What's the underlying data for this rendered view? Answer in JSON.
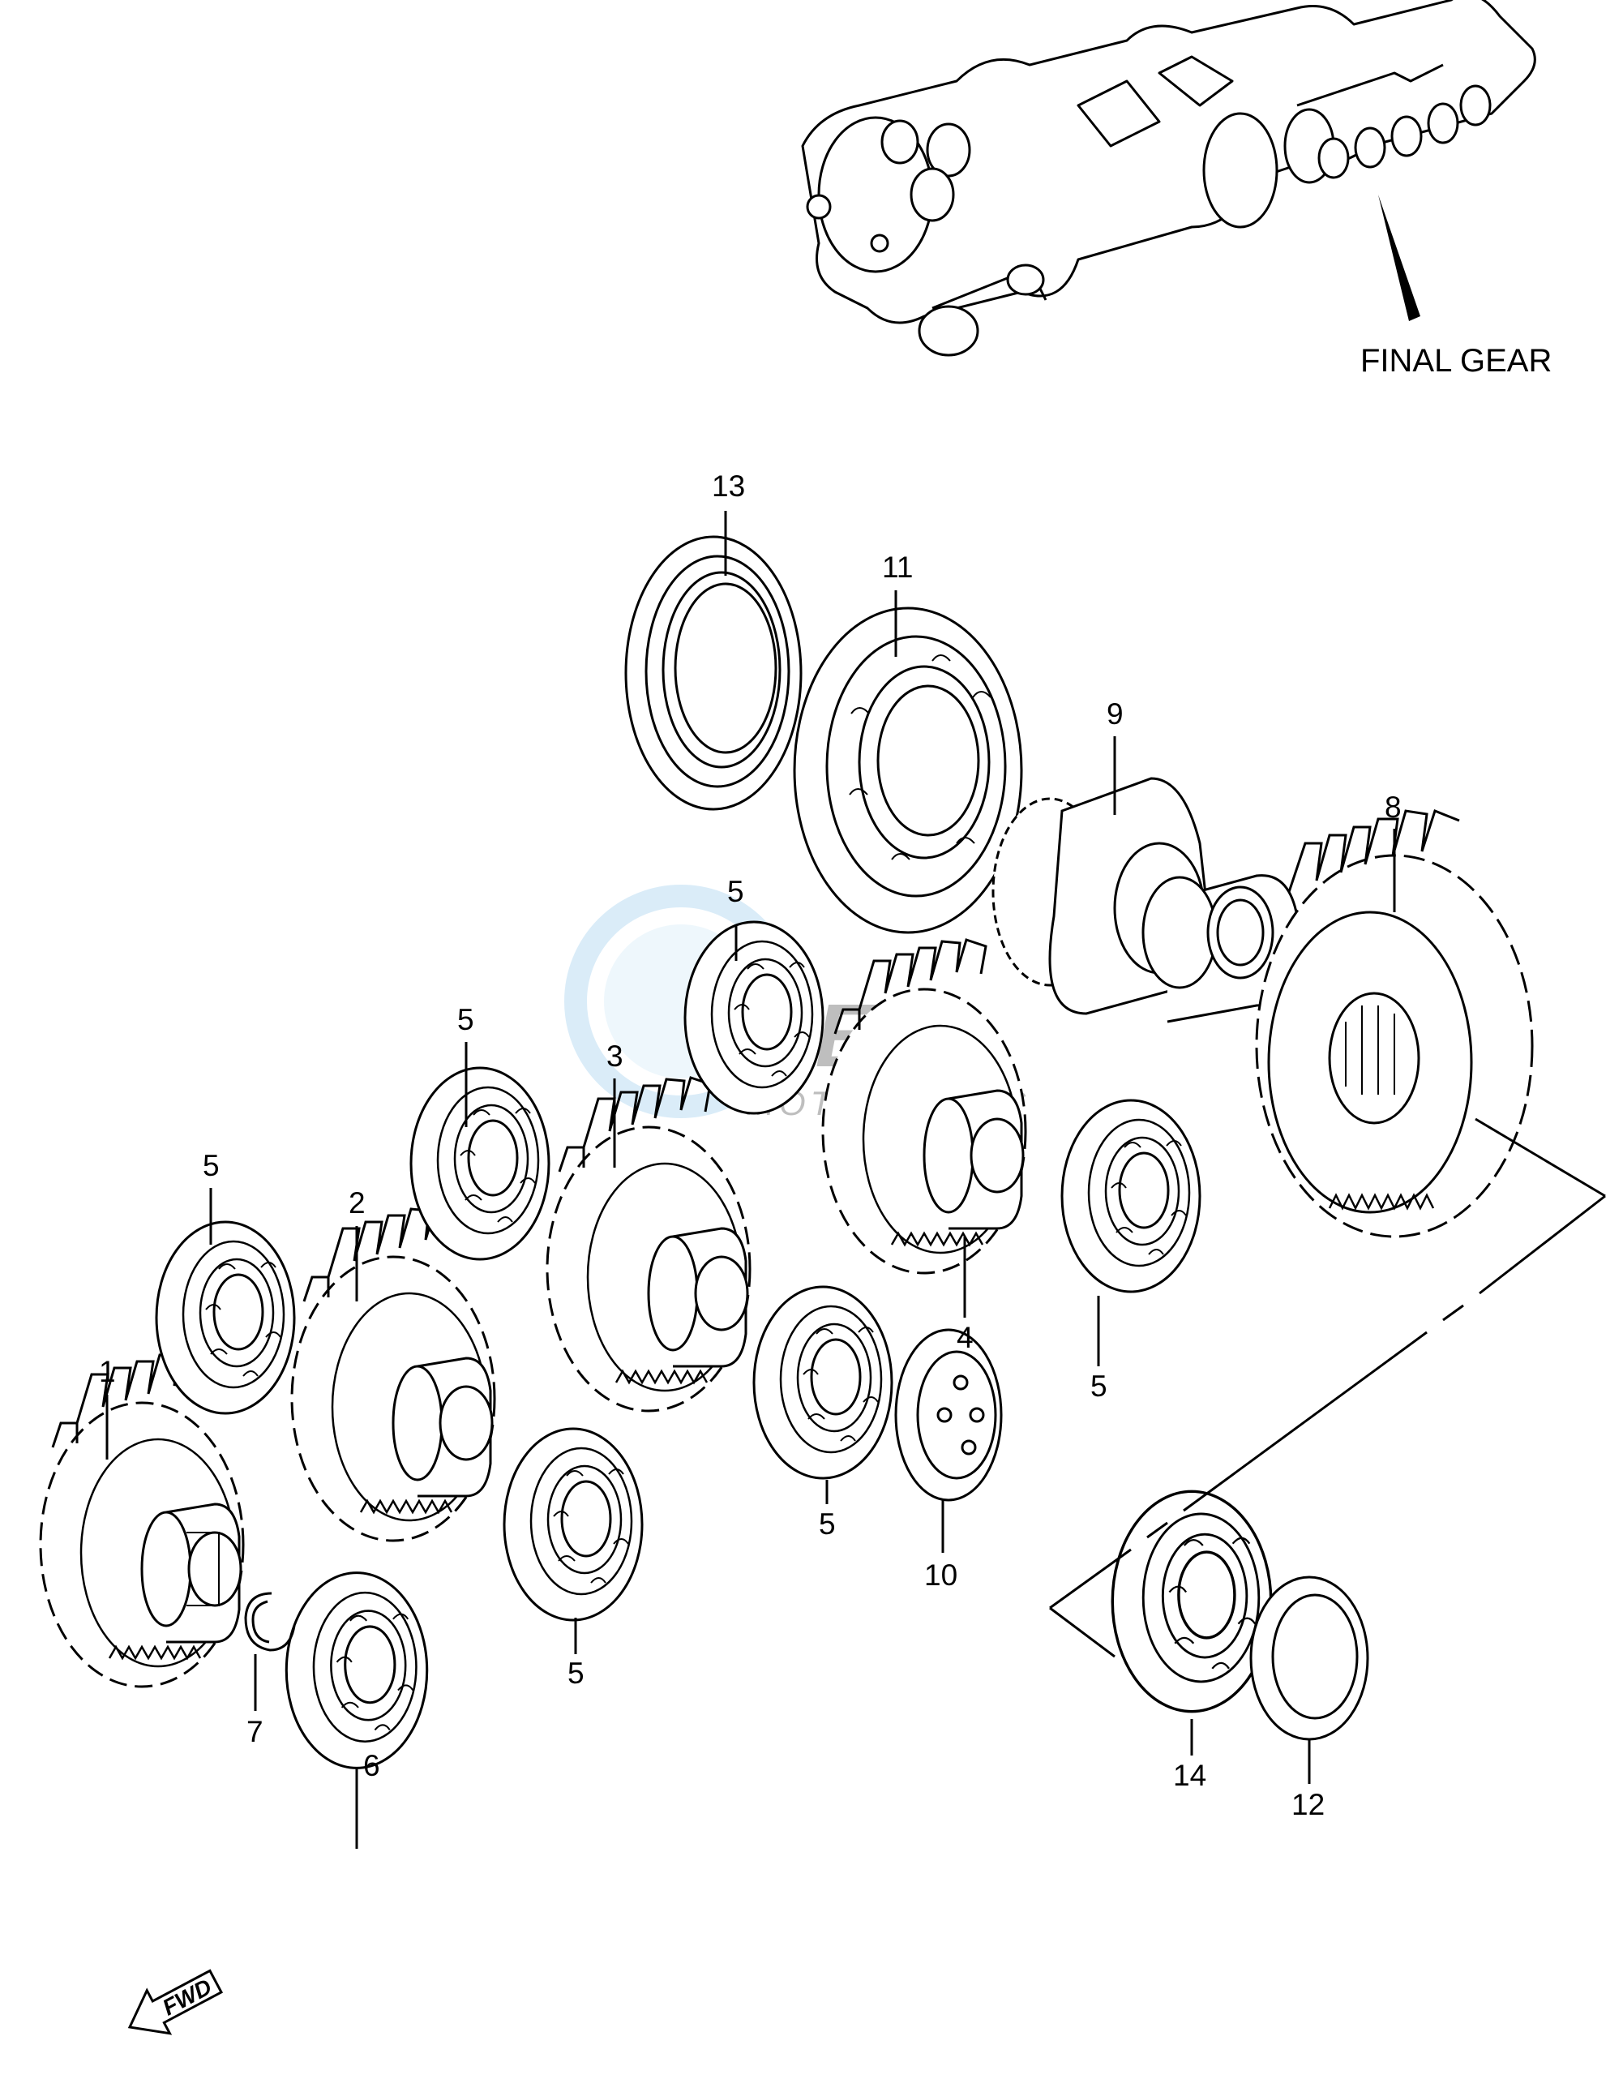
{
  "diagram": {
    "callout_label": "FINAL GEAR",
    "fwd_label": "FWD",
    "watermark": {
      "brand": "OEM",
      "sub": "MOTORPARTS"
    },
    "part_labels": [
      {
        "id": "p1",
        "text": "1"
      },
      {
        "id": "p2",
        "text": "2"
      },
      {
        "id": "p3",
        "text": "3"
      },
      {
        "id": "p4",
        "text": "4"
      },
      {
        "id": "p5a",
        "text": "5"
      },
      {
        "id": "p5b",
        "text": "5"
      },
      {
        "id": "p5c",
        "text": "5"
      },
      {
        "id": "p5d",
        "text": "5"
      },
      {
        "id": "p5e",
        "text": "5"
      },
      {
        "id": "p5f",
        "text": "5"
      },
      {
        "id": "p6",
        "text": "6"
      },
      {
        "id": "p7",
        "text": "7"
      },
      {
        "id": "p8",
        "text": "8"
      },
      {
        "id": "p9",
        "text": "9"
      },
      {
        "id": "p10",
        "text": "10"
      },
      {
        "id": "p11",
        "text": "11"
      },
      {
        "id": "p12",
        "text": "12"
      },
      {
        "id": "p13",
        "text": "13"
      },
      {
        "id": "p14",
        "text": "14"
      }
    ]
  }
}
